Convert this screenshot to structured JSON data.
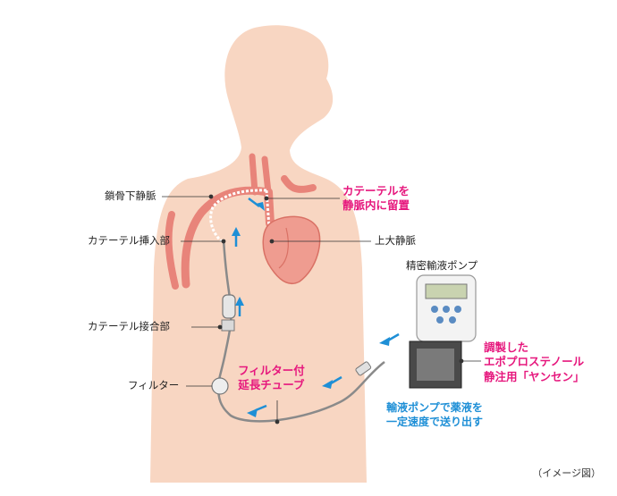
{
  "labels": {
    "subclavian_vein": "鎖骨下静脈",
    "catheter_insertion": "カテーテル挿入部",
    "catheter_connector": "カテーテル接合部",
    "filter": "フィルター",
    "catheter_placed_line1": "カテーテルを",
    "catheter_placed_line2": "静脈内に留置",
    "superior_vena_cava": "上大静脈",
    "infusion_pump": "精密輸液ポンプ",
    "drug_line1": "調製した",
    "drug_line2": "エポプロステノール",
    "drug_line3": "静注用「ヤンセン」",
    "extension_tube_line1": "フィルター付",
    "extension_tube_line2": "延長チューブ",
    "pump_action_line1": "輸液ポンプで薬液を",
    "pump_action_line2": "一定速度で送り出す",
    "image_note": "（イメージ図）"
  },
  "colors": {
    "skin": "#f8d6c2",
    "vessel": "#e8847a",
    "heart": "#ef9c90",
    "accent_pink": "#e6177d",
    "accent_blue": "#1e8fd6",
    "tube": "#8a8a8a"
  }
}
